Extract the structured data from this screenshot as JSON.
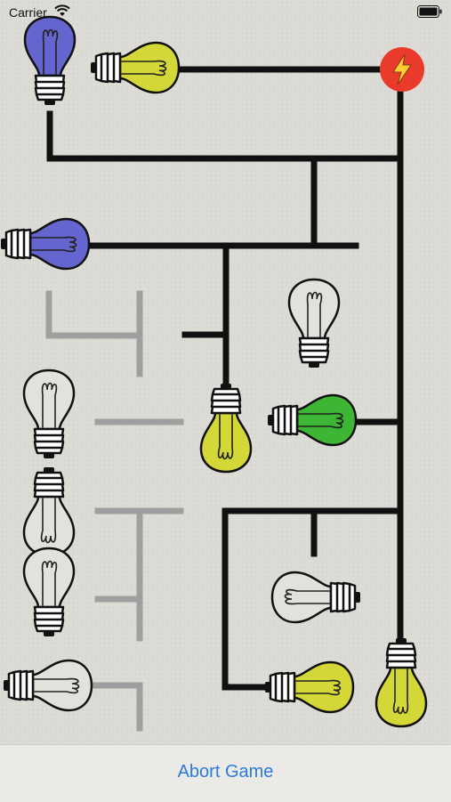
{
  "status": {
    "carrier": "Carrier"
  },
  "colors": {
    "blue": "#6565cf",
    "yellow": "#d3d838",
    "green": "#3db535",
    "off": "#e2e1dc",
    "wire_on": "#111111",
    "wire_off": "#9f9f9f",
    "source": "#ea3a2c",
    "bolt": "#f6cf35"
  },
  "bulbs": [
    {
      "name": "bulb-blue-top",
      "state": "blue"
    },
    {
      "name": "bulb-yellow-top",
      "state": "yellow"
    },
    {
      "name": "bulb-blue-middle",
      "state": "blue"
    },
    {
      "name": "bulb-off-center",
      "state": "off"
    },
    {
      "name": "bulb-yellow-center",
      "state": "yellow"
    },
    {
      "name": "bulb-green",
      "state": "green"
    },
    {
      "name": "bulb-off-left-1",
      "state": "off"
    },
    {
      "name": "bulb-off-left-2",
      "state": "off"
    },
    {
      "name": "bulb-off-left-3",
      "state": "off"
    },
    {
      "name": "bulb-off-bottom-left",
      "state": "off"
    },
    {
      "name": "bulb-off-right",
      "state": "off"
    },
    {
      "name": "bulb-yellow-bottom",
      "state": "yellow"
    },
    {
      "name": "bulb-yellow-bottom-right",
      "state": "yellow"
    }
  ],
  "footer": {
    "abort_label": "Abort Game"
  }
}
